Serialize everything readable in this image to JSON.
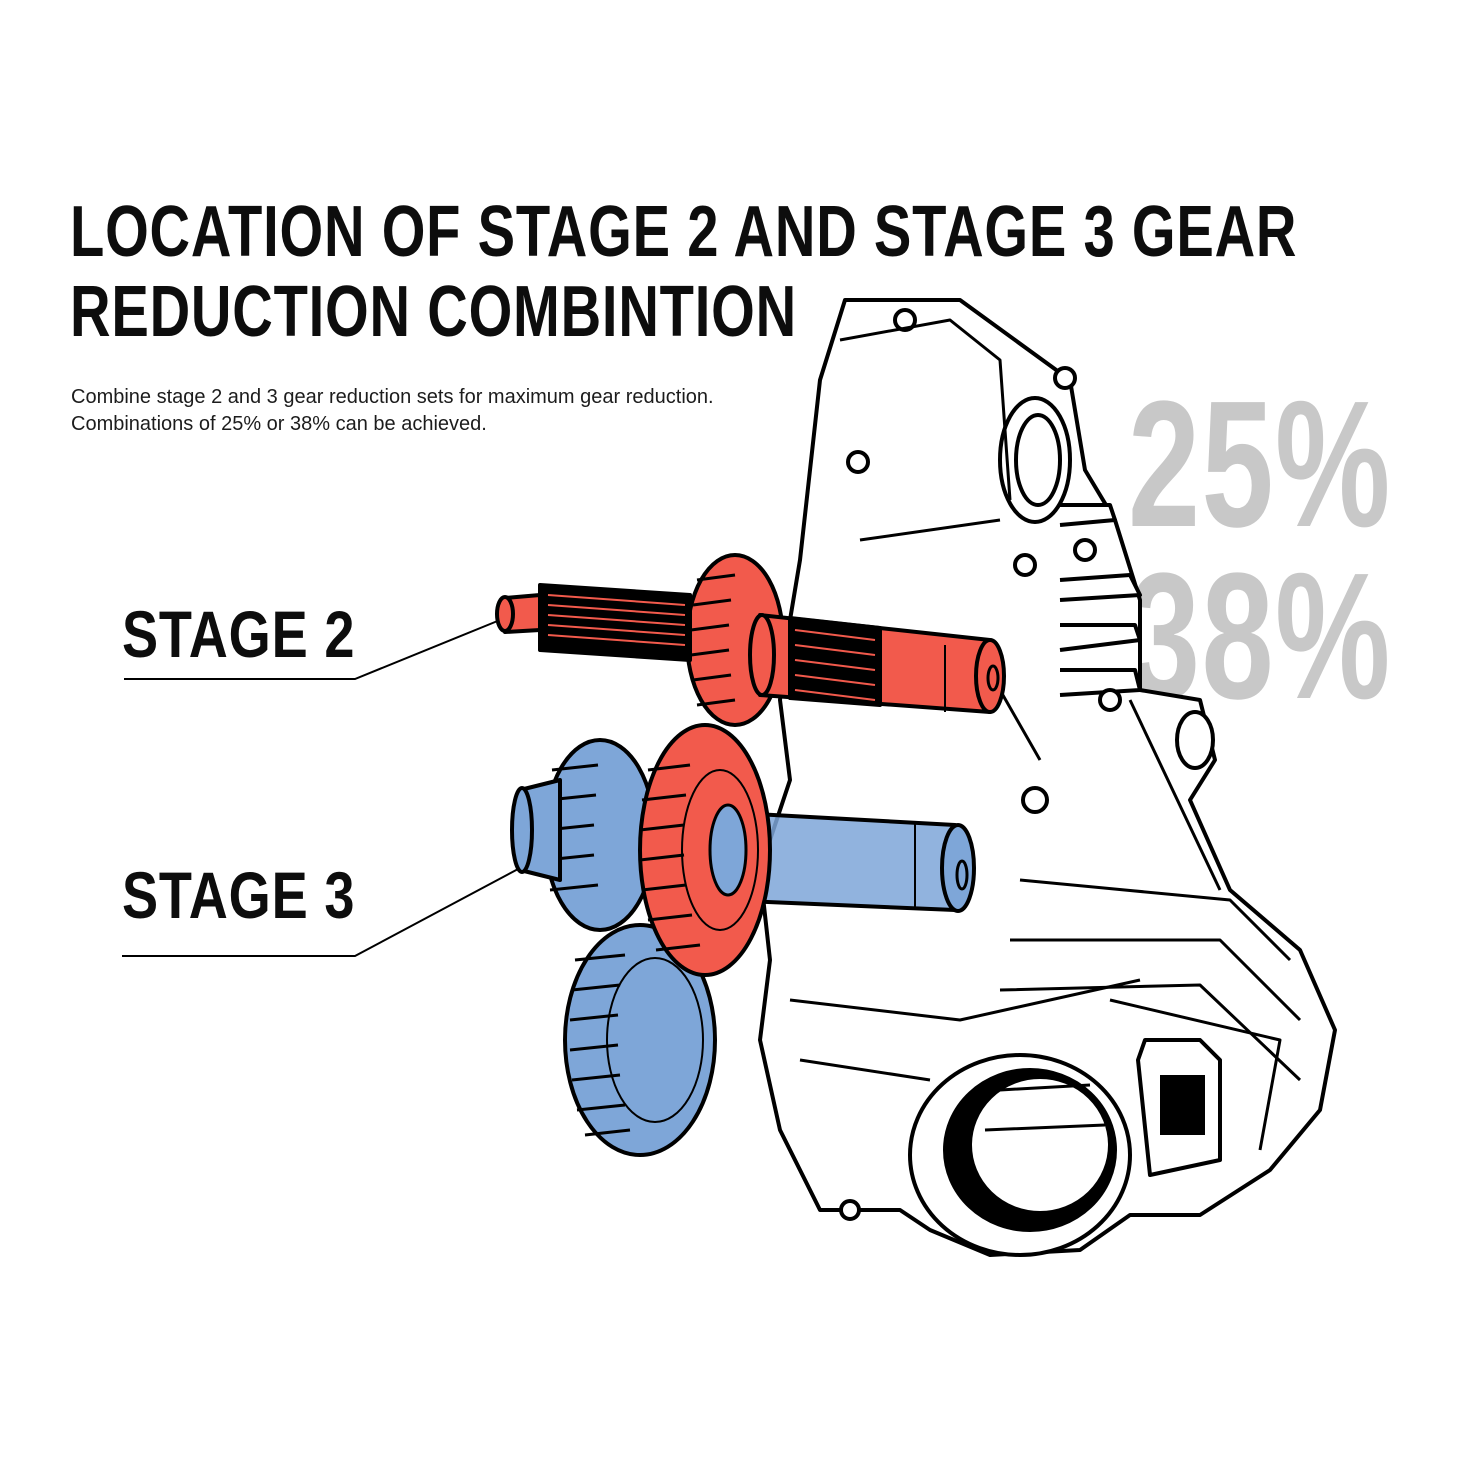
{
  "header": {
    "title_line1": "LOCATION OF STAGE 2 AND STAGE 3 GEAR",
    "title_line2": "REDUCTION COMBINTION",
    "description": "Combine stage 2 and 3 gear reduction sets for maximum gear reduction. Combinations of 25% or 38% can be achieved."
  },
  "percentages": [
    {
      "label": "25%"
    },
    {
      "label": "38%"
    }
  ],
  "callouts": [
    {
      "label": "STAGE 2",
      "color": "#f25a4c"
    },
    {
      "label": "STAGE 3",
      "color": "#7ea6d8"
    }
  ],
  "colors": {
    "background": "#ffffff",
    "text": "#0d0d0d",
    "percent_gray": "#c8c8c8",
    "stage2_red": "#f25a4c",
    "stage3_blue": "#7ea6d8",
    "outline": "#000000"
  },
  "illustration": {
    "subject": "transfer-case-housing-with-gears"
  }
}
